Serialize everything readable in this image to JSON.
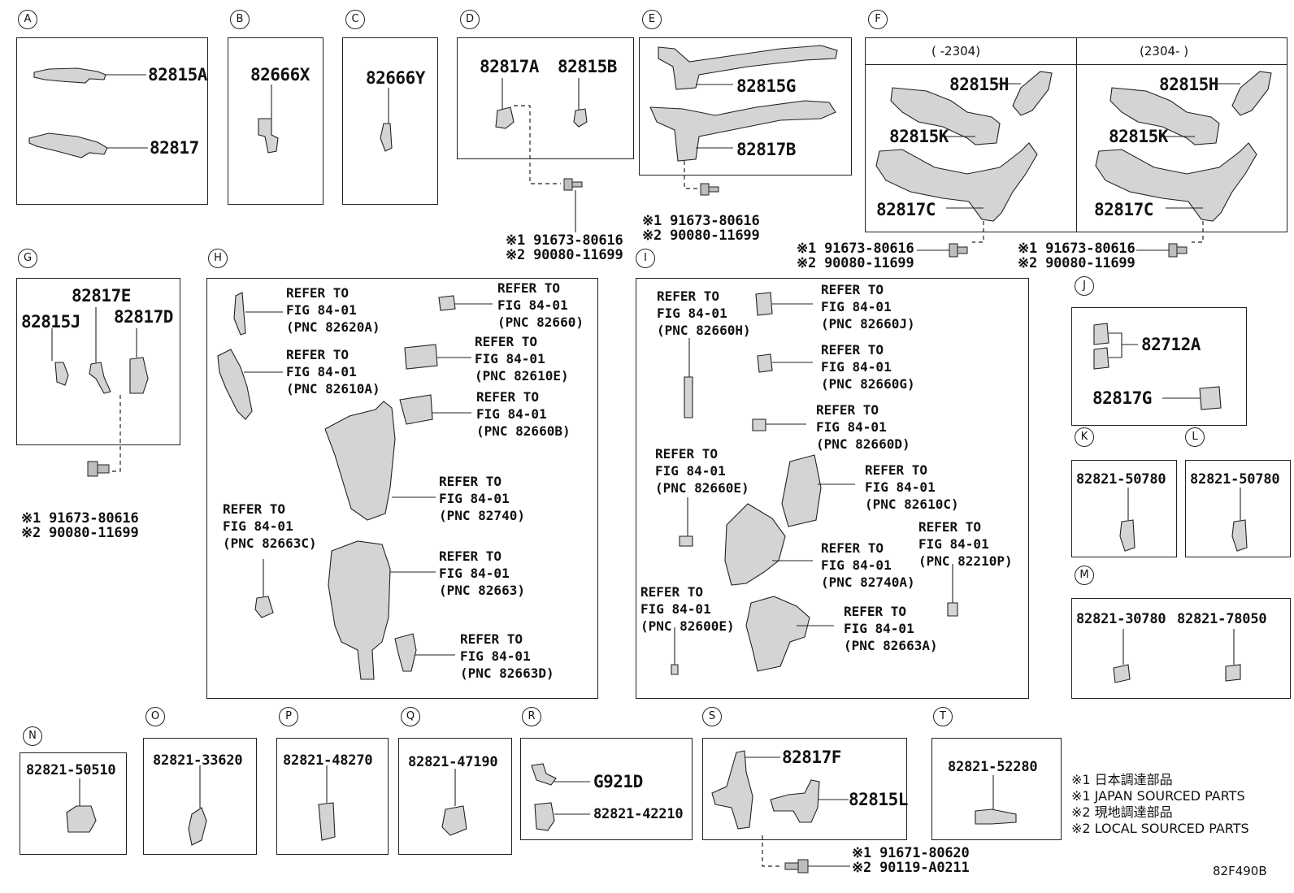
{
  "sections": [
    "A",
    "B",
    "C",
    "D",
    "E",
    "F",
    "G",
    "H",
    "I",
    "J",
    "K",
    "L",
    "M",
    "N",
    "O",
    "P",
    "Q",
    "R",
    "S",
    "T"
  ],
  "parts": {
    "a1": "82815A",
    "a2": "82817",
    "b1": "82666X",
    "c1": "82666Y",
    "d1": "82817A",
    "d2": "82815B",
    "e1": "82815G",
    "e2": "82817B",
    "f_h": "82815H",
    "f_k": "82815K",
    "f_c": "82817C",
    "g1": "82817E",
    "g2": "82815J",
    "g3": "82817D",
    "j1": "82712A",
    "j2": "82817G",
    "k1": "82821-50780",
    "l1": "82821-50780",
    "m1": "82821-30780",
    "m2": "82821-78050",
    "n1": "82821-50510",
    "o1": "82821-33620",
    "p1": "82821-48270",
    "q1": "82821-47190",
    "r1": "G921D",
    "r2": "82821-42210",
    "s1": "82817F",
    "s2": "82815L",
    "t1": "82821-52280"
  },
  "period_left": "(    -2304)",
  "period_right": "(2304-    )",
  "bolts": {
    "d": [
      "※1 91673-80616",
      "※2 90080-11699"
    ],
    "e": [
      "※1 91673-80616",
      "※2 90080-11699"
    ],
    "f_left": [
      "※1 91673-80616",
      "※2 90080-11699"
    ],
    "f_right": [
      "※1 91673-80616",
      "※2 90080-11699"
    ],
    "g": [
      "※1 91673-80616",
      "※2 90080-11699"
    ],
    "s": [
      "※1 91671-80620",
      "※2 90119-A0211"
    ]
  },
  "refs_h": [
    "REFER TO\nFIG 84-01\n(PNC 82620A)",
    "REFER TO\nFIG 84-01\n(PNC 82610A)",
    "REFER TO\nFIG 84-01\n(PNC 82660)",
    "REFER TO\nFIG 84-01\n(PNC 82610E)",
    "REFER TO\nFIG 84-01\n(PNC 82660B)",
    "REFER TO\nFIG 84-01\n(PNC 82740)",
    "REFER TO\nFIG 84-01\n(PNC 82663C)",
    "REFER TO\nFIG 84-01\n(PNC 82663)",
    "REFER TO\nFIG 84-01\n(PNC 82663D)"
  ],
  "refs_i": [
    "REFER TO\nFIG 84-01\n(PNC 82660H)",
    "REFER TO\nFIG 84-01\n(PNC 82660J)",
    "REFER TO\nFIG 84-01\n(PNC 82660G)",
    "REFER TO\nFIG 84-01\n(PNC 82660D)",
    "REFER TO\nFIG 84-01\n(PNC 82660E)",
    "REFER TO\nFIG 84-01\n(PNC 82610C)",
    "REFER TO\nFIG 84-01\n(PNC 82210P)",
    "REFER TO\nFIG 84-01\n(PNC 82740A)",
    "REFER TO\nFIG 84-01\n(PNC 82600E)",
    "REFER TO\nFIG 84-01\n(PNC 82663A)"
  ],
  "legend": [
    "※1 日本調達部品",
    "※1 JAPAN SOURCED PARTS",
    "※2 現地調達部品",
    "※2 LOCAL SOURCED PARTS"
  ],
  "figure_code": "82F490B"
}
